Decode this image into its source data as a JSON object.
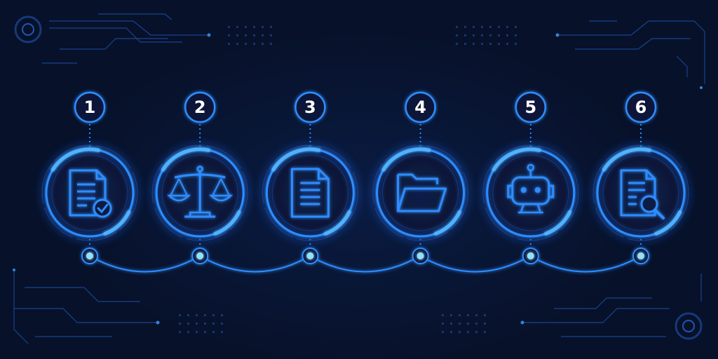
{
  "colors": {
    "background": "#07112a",
    "accent": "#1e90ff",
    "glow": "#2f7bff",
    "cyan": "#3fd0ff",
    "text": "#ffffff"
  },
  "steps": [
    {
      "number": "1",
      "icon": "document-check-icon"
    },
    {
      "number": "2",
      "icon": "balance-scale-icon"
    },
    {
      "number": "3",
      "icon": "document-icon"
    },
    {
      "number": "4",
      "icon": "folder-icon"
    },
    {
      "number": "5",
      "icon": "robot-icon"
    },
    {
      "number": "6",
      "icon": "document-search-icon"
    }
  ]
}
